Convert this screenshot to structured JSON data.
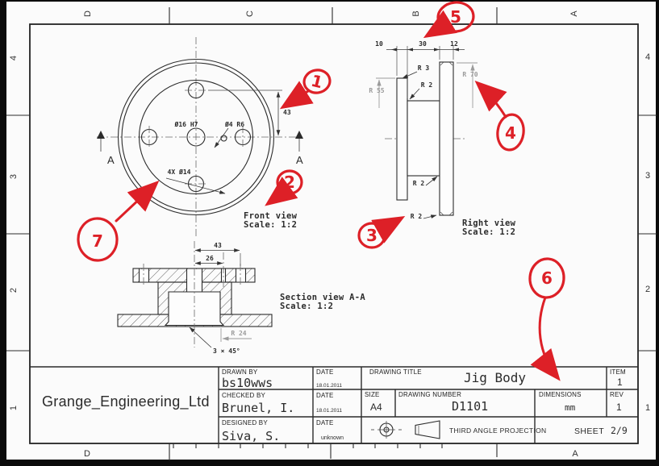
{
  "sheet": {
    "zones": {
      "top": [
        "D",
        "C",
        "B",
        "A"
      ],
      "bottom": [
        "D",
        "A"
      ],
      "left": [
        "4",
        "3",
        "2",
        "1"
      ],
      "right": [
        "4",
        "3",
        "2",
        "1"
      ]
    }
  },
  "front_view": {
    "center_hole_label": "Ø16 H7",
    "small_hole_label": "Ø4 R6",
    "bolt_holes_label": "4X Ø14",
    "dim_43": "43",
    "section_marker": "A",
    "caption_line1": "Front view",
    "caption_line2": "Scale:  1:2"
  },
  "right_view": {
    "dim_10": "10",
    "dim_30": "30",
    "dim_12": "12",
    "r3": "R 3",
    "r2_upper": "R 2",
    "r55": "R 55",
    "r70": "R 70",
    "r2_lower": "R 2",
    "r2_bottom": "R 2",
    "caption_line1": "Right view",
    "caption_line2": "Scale:  1:2"
  },
  "section_view": {
    "dim_43": "43",
    "dim_26": "26",
    "r24": "R 24",
    "chamfer_note": "3 × 45°",
    "caption_line1": "Section view A-A",
    "caption_line2": "Scale:  1:2"
  },
  "annotations": {
    "n1": "1",
    "n2": "2",
    "n3": "3",
    "n4": "4",
    "n5": "5",
    "n6": "6",
    "n7": "7",
    "color": "#dd2027"
  },
  "title_block": {
    "company": "Grange_Engineering_Ltd",
    "drawn_by_label": "DRAWN BY",
    "drawn_by": "bs10wws",
    "checked_by_label": "CHECKED BY",
    "checked_by": "Brunel, I.",
    "designed_by_label": "DESIGNED BY",
    "designed_by": "Siva, S.",
    "date_label_1": "DATE",
    "date_label_2": "DATE",
    "date_label_3": "DATE",
    "drawn_date": "18.01.2011",
    "checked_date": "18.01.2011",
    "designed_date": "unknown",
    "drawing_title_label": "DRAWING TITLE",
    "drawing_title": "Jig Body",
    "item_label": "ITEM",
    "item": "1",
    "size_label": "SIZE",
    "size": "A4",
    "drawing_number_label": "DRAWING NUMBER",
    "drawing_number": "D1101",
    "dimensions_label": "DIMENSIONS",
    "dimensions": "mm",
    "rev_label": "REV",
    "rev": "1",
    "projection_label": "THIRD ANGLE PROJECTION",
    "sheet_label": "SHEET",
    "sheet_value": "2/9"
  }
}
